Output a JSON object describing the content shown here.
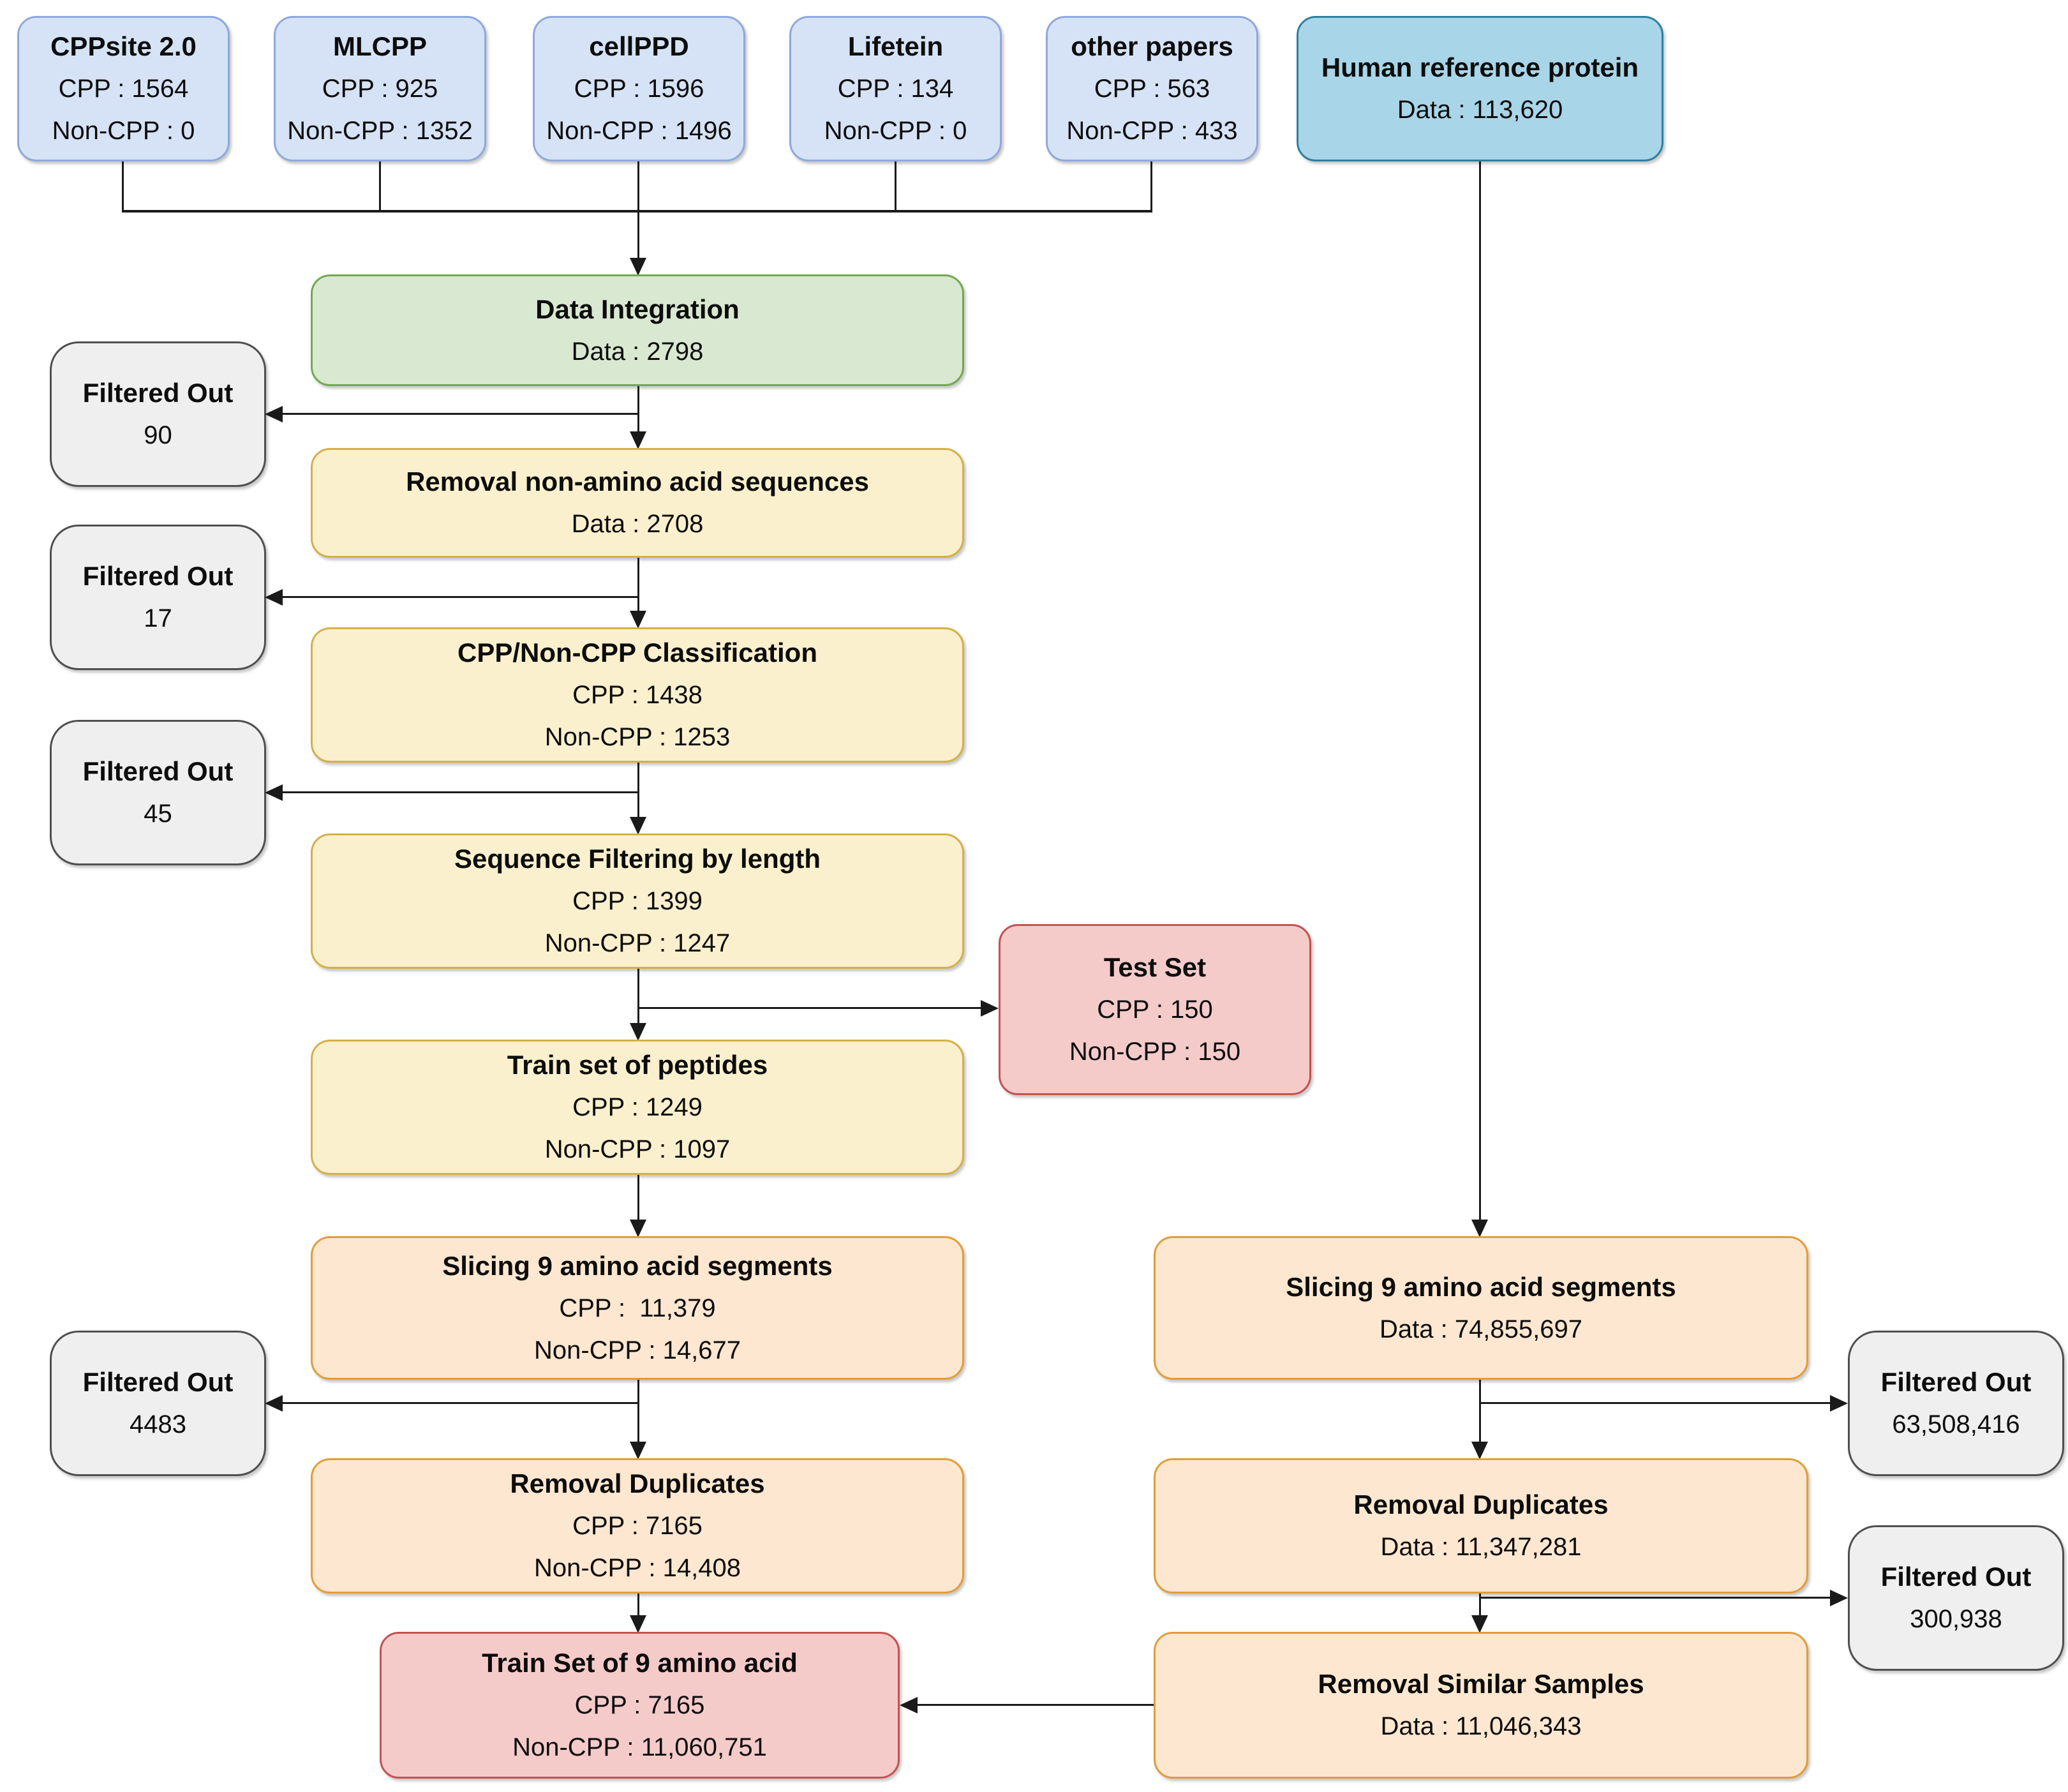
{
  "diagram": {
    "type": "flowchart",
    "subject": "CPP / Non-CPP dataset construction pipeline"
  },
  "colors": {
    "source_fill": "#d6e3f6",
    "source_stroke": "#8ea9dc",
    "reference_fill": "#a9d5e8",
    "reference_stroke": "#2f7f9f",
    "integration_fill": "#d9e8d0",
    "integration_stroke": "#74a850",
    "process_fill": "#fbf0cd",
    "process_stroke": "#d4b04a",
    "slice_fill": "#fde7d0",
    "slice_stroke": "#e29d38",
    "result_fill": "#f5cbca",
    "result_stroke": "#c4524e",
    "filtered_fill": "#efefef",
    "filtered_stroke": "#4f4f4f",
    "connector": "#1a1a1a"
  },
  "nodes": {
    "cppsite": {
      "title": "CPPsite 2.0",
      "line1": "CPP : 1564",
      "line2": "Non-CPP : 0"
    },
    "mlcpp": {
      "title": "MLCPP",
      "line1": "CPP : 925",
      "line2": "Non-CPP : 1352"
    },
    "cellppd": {
      "title": "cellPPD",
      "line1": "CPP : 1596",
      "line2": "Non-CPP : 1496"
    },
    "lifetein": {
      "title": "Lifetein",
      "line1": "CPP : 134",
      "line2": "Non-CPP : 0"
    },
    "other_papers": {
      "title": "other papers",
      "line1": "CPP : 563",
      "line2": "Non-CPP : 433"
    },
    "human_reference": {
      "title": "Human reference protein",
      "line1": "Data : 113,620"
    },
    "data_integration": {
      "title": "Data Integration",
      "line1": "Data : 2798"
    },
    "removal_non_amino": {
      "title": "Removal non-amino acid sequences",
      "line1": "Data : 2708"
    },
    "classification": {
      "title": "CPP/Non-CPP Classification",
      "line1": "CPP : 1438",
      "line2": "Non-CPP : 1253"
    },
    "seq_filtering": {
      "title": "Sequence Filtering by length",
      "line1": "CPP : 1399",
      "line2": "Non-CPP : 1247"
    },
    "test_set": {
      "title": "Test Set",
      "line1": "CPP : 150",
      "line2": "Non-CPP : 150"
    },
    "train_set_peptides": {
      "title": "Train set of peptides",
      "line1": "CPP : 1249",
      "line2": "Non-CPP : 1097"
    },
    "slicing_left": {
      "title": "Slicing 9 amino acid segments",
      "line1": "CPP :  11,379",
      "line2": "Non-CPP : 14,677"
    },
    "removal_dup_left": {
      "title": "Removal Duplicates",
      "line1": "CPP : 7165",
      "line2": "Non-CPP : 14,408"
    },
    "train_set_9aa": {
      "title": "Train Set of 9 amino acid",
      "line1": "CPP : 7165",
      "line2": "Non-CPP : 11,060,751"
    },
    "slicing_right": {
      "title": "Slicing 9 amino acid segments",
      "line1": "Data : 74,855,697"
    },
    "removal_dup_right": {
      "title": "Removal Duplicates",
      "line1": "Data : 11,347,281"
    },
    "removal_similar": {
      "title": "Removal Similar Samples",
      "line1": "Data : 11,046,343"
    },
    "fo_90": {
      "title": "Filtered Out",
      "value": "90"
    },
    "fo_17": {
      "title": "Filtered Out",
      "value": "17"
    },
    "fo_45": {
      "title": "Filtered Out",
      "value": "45"
    },
    "fo_4483": {
      "title": "Filtered Out",
      "value": "4483"
    },
    "fo_63m": {
      "title": "Filtered Out",
      "value": "63,508,416"
    },
    "fo_300k": {
      "title": "Filtered Out",
      "value": "300,938"
    }
  }
}
